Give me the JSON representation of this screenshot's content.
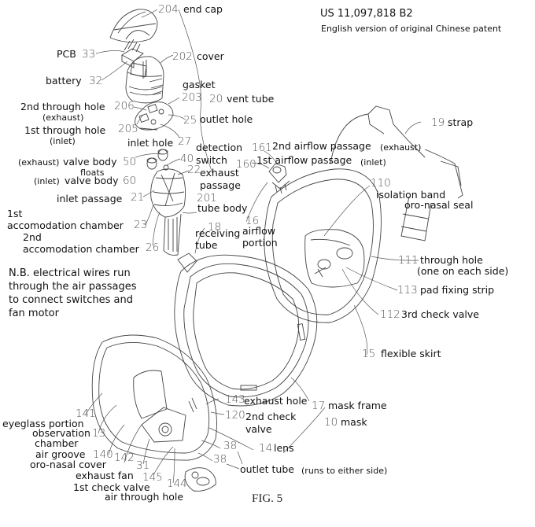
{
  "header": {
    "patent_number": "US 11,097,818 B2",
    "subtitle": "English version of original Chinese patent"
  },
  "figure_caption": "FIG. 5",
  "note": "N.B. electrical wires run\nthrough the air passages\nto connect switches and\nfan motor",
  "callouts": {
    "end_cap": {
      "num": "204",
      "label": "end cap"
    },
    "pcb": {
      "num": "33",
      "label": "PCB"
    },
    "cover": {
      "num": "202",
      "label": "cover"
    },
    "battery": {
      "num": "32",
      "label": "battery"
    },
    "gasket": {
      "num": "203",
      "label": "gasket"
    },
    "vent_tube": {
      "num": "20",
      "label": "vent tube"
    },
    "second_through_hole": {
      "num": "206",
      "label": "2nd through hole",
      "sub": "(exhaust)"
    },
    "outlet_hole": {
      "num": "25",
      "label": "outlet hole"
    },
    "first_through_hole": {
      "num": "205",
      "label": "1st through hole",
      "sub": "(inlet)"
    },
    "inlet_hole": {
      "num": "27",
      "label": "inlet hole"
    },
    "detection_switch": {
      "num": "40",
      "label": "detection",
      "label2": "switch"
    },
    "exhaust_valve_body": {
      "num": "50",
      "prefix": "(exhaust)",
      "label": "valve body"
    },
    "floats": {
      "label": "floats"
    },
    "inlet_valve_body": {
      "num": "60",
      "prefix": "(inlet)",
      "label": "valve body"
    },
    "exhaust_passage": {
      "num": "22",
      "label": "exhaust",
      "label2": "passage"
    },
    "inlet_passage": {
      "num": "21",
      "label": "inlet passage"
    },
    "tube_body": {
      "num": "201",
      "label": "tube body"
    },
    "first_accommodation_chamber": {
      "num": "23",
      "label": "1st",
      "label2": "accomodation chamber"
    },
    "second_accommodation_chamber": {
      "num": "26",
      "label": "2nd",
      "label2": "accomodation chamber"
    },
    "receiving_tube": {
      "num": "18",
      "label": "receiving",
      "label2": "tube"
    },
    "airflow_portion": {
      "num": "16",
      "label": "airflow",
      "label2": "portion"
    },
    "second_airflow_passage": {
      "num": "161",
      "label": "2nd airflow passage",
      "sub": "(exhaust)"
    },
    "first_airflow_passage": {
      "num": "160",
      "label": "1st airflow passage",
      "sub": "(inlet)"
    },
    "strap": {
      "num": "19",
      "label": "strap"
    },
    "isolation_band": {
      "num": "110",
      "label": "isolation band"
    },
    "oro_nasal_seal": {
      "label": "oro-nasal seal"
    },
    "through_hole": {
      "num": "111",
      "label": "through hole",
      "sub": "(one on each side)"
    },
    "pad_fixing_strip": {
      "num": "113",
      "label": "pad fixing strip"
    },
    "third_check_valve": {
      "num": "112",
      "label": "3rd check valve"
    },
    "flexible_skirt": {
      "num": "15",
      "label": "flexible skirt"
    },
    "exhaust_hole": {
      "num": "143",
      "label": "exhaust hole"
    },
    "mask_frame": {
      "num": "17",
      "label": "mask frame"
    },
    "second_check_valve": {
      "num": "120",
      "label": "2nd check",
      "label2": "valve"
    },
    "mask": {
      "num": "10",
      "label": "mask"
    },
    "eyeglass_portion": {
      "num": "141",
      "label": "eyeglass portion"
    },
    "observation_chamber": {
      "num": "13",
      "label": "observation",
      "label2": "chamber"
    },
    "lens": {
      "num": "14",
      "label": "lens"
    },
    "outlet_tube": {
      "num_a": "38",
      "num_b": "38",
      "label": "outlet tube",
      "sub": "(runs to either side)"
    },
    "air_groove": {
      "num": "140",
      "label": "air groove"
    },
    "oro_nasal_cover": {
      "num": "142",
      "label": "oro-nasal cover"
    },
    "exhaust_fan": {
      "num": "31",
      "label": "exhaust fan"
    },
    "first_check_valve": {
      "num": "145",
      "label": "1st check valve"
    },
    "air_through_hole": {
      "num": "144",
      "label": "air through hole"
    }
  }
}
